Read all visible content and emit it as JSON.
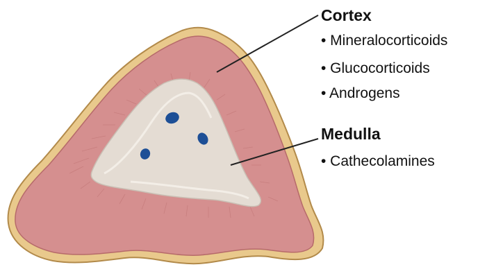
{
  "labels": {
    "cortex": {
      "title": "Cortex",
      "items": [
        "• Mineralocorticoids",
        "• Glucocorticoids",
        "• Androgens"
      ]
    },
    "medulla": {
      "title": "Medulla",
      "items": [
        "• Cathecolamines"
      ]
    }
  },
  "colors": {
    "capsule": "#e9c98c",
    "capsule_edge": "#b28a4a",
    "cortex": "#d58f8f",
    "cortex_dark": "#b66a6a",
    "medulla": "#e4dcd3",
    "medulla_light": "#f4efe9",
    "vessel": "#1d4f96",
    "leader": "#222222"
  },
  "icons": [
    "vessel-icon"
  ]
}
